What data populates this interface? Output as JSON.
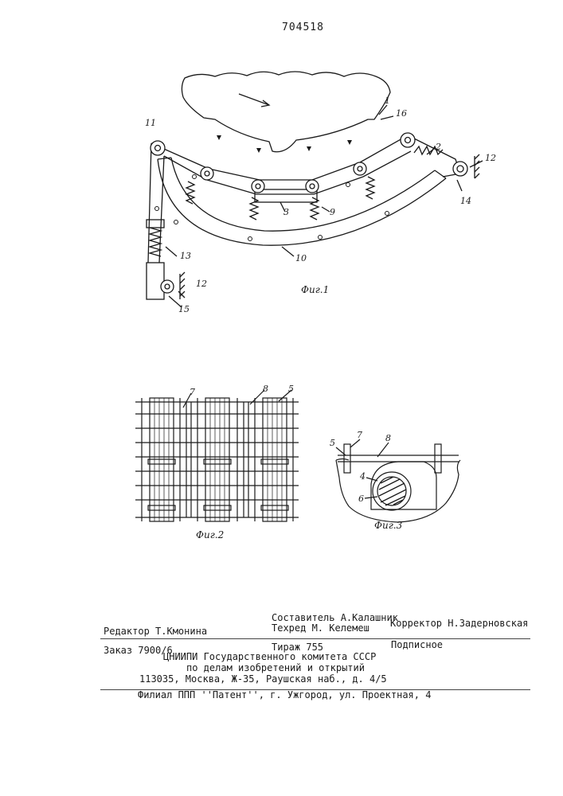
{
  "header": {
    "patent_number": "704518"
  },
  "figures": {
    "fig1": {
      "caption": "Фиг.1",
      "labels": {
        "l1": "1",
        "l16": "16",
        "l11": "11",
        "l2": "2",
        "l12a": "12",
        "l3": "3",
        "l9": "9",
        "l14": "14",
        "l13": "13",
        "l10": "10",
        "l12b": "12",
        "l15": "15"
      }
    },
    "fig2": {
      "caption": "Фиг.2",
      "labels": {
        "l7": "7",
        "l8": "8",
        "l5": "5"
      }
    },
    "fig3": {
      "caption": "Фиг.3",
      "labels": {
        "l5": "5",
        "l7": "7",
        "l8": "8",
        "l4": "4",
        "l6": "6"
      }
    }
  },
  "footer": {
    "editor": "Редактор Т.Кмонина",
    "compiler": "Составитель А.Калашник",
    "techred": "Техред М. Келемеш",
    "corrector": "Корректор Н.Задерновская",
    "order": "Заказ 7900/6",
    "circulation": "Тираж 755",
    "subscription": "Подписное",
    "org_line1": "ЦНИИПИ Государственного комитета СССР",
    "org_line2": "по делам изобретений и открытий",
    "address": "113035, Москва, Ж-35, Раушская наб., д. 4/5",
    "branch": "Филиал ППП ''Патент'', г. Ужгород, ул. Проектная, 4"
  }
}
